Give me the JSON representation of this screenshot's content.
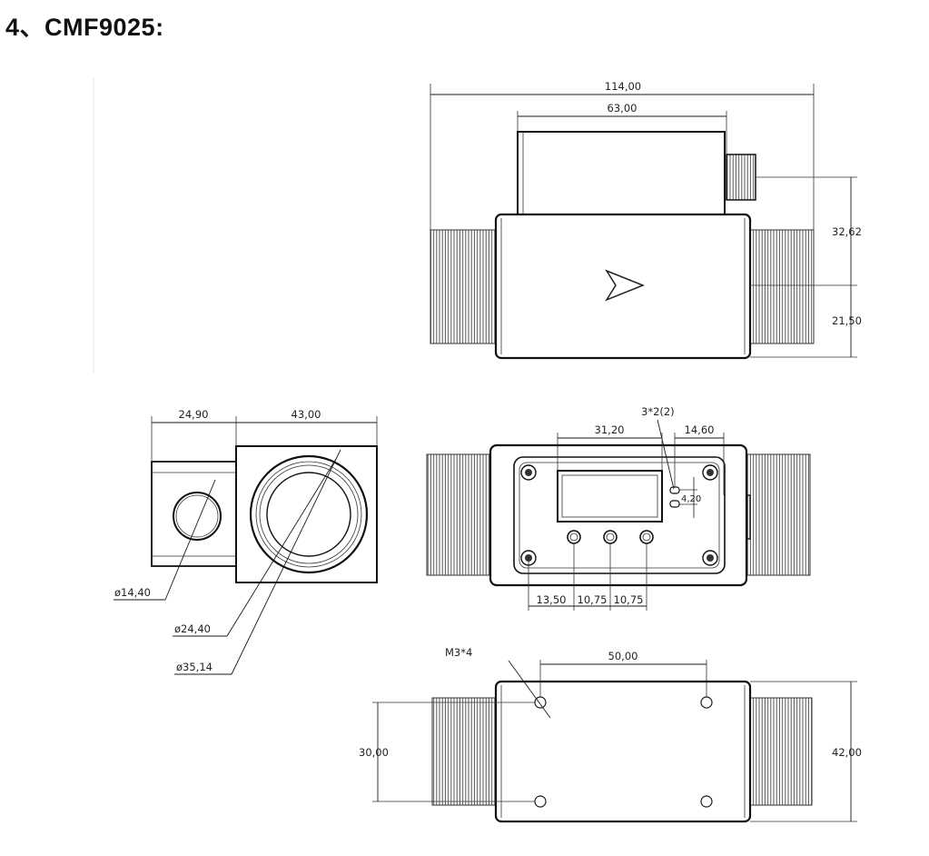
{
  "heading": "4、CMF9025:",
  "top_view": {
    "overall_length": "114,00",
    "display_length": "63,00",
    "connector_height": "32,62",
    "center_height": "21,50"
  },
  "side_view": {
    "width_left": "24,90",
    "width_right": "43,00",
    "small_diameter": "ø14,40",
    "inner_diameter": "ø24,40",
    "outer_diameter": "ø35,14"
  },
  "front_view": {
    "led_callout": "3*2(2)",
    "window_width": "31,20",
    "edge_offset": "14,60",
    "led_pitch": "4,20",
    "button_offset": "13,50",
    "button_pitch_1": "10,75",
    "button_pitch_2": "10,75"
  },
  "bottom_view": {
    "screw_callout": "M3*4",
    "hole_spacing_x": "50,00",
    "hole_spacing_y": "30,00",
    "body_height": "42,00"
  }
}
